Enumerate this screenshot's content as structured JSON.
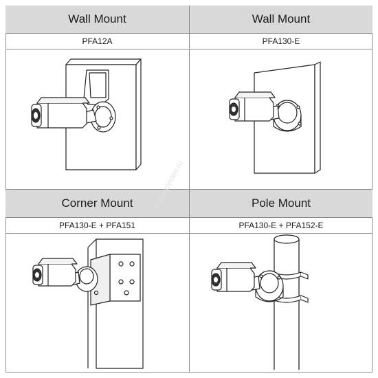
{
  "cells": [
    {
      "title": "Wall Mount",
      "model": "PFA12A",
      "illustration": "wall-mount-pfa12a"
    },
    {
      "title": "Wall Mount",
      "model": "PFA130-E",
      "illustration": "wall-mount-pfa130e"
    },
    {
      "title": "Corner Mount",
      "model": "PFA130-E + PFA151",
      "illustration": "corner-mount"
    },
    {
      "title": "Pole Mount",
      "model": "PFA130-E + PFA152-E",
      "illustration": "pole-mount"
    }
  ],
  "watermark": "© SpecVideo.ru",
  "colors": {
    "header_bg": "#d9d9d9",
    "border": "#8a8a8a",
    "line": "#222222"
  }
}
